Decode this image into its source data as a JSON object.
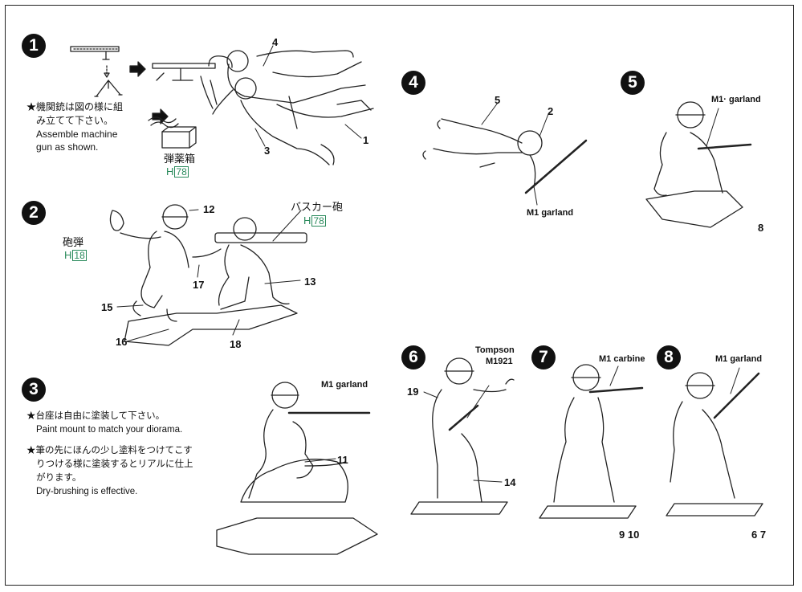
{
  "steps": [
    {
      "number": "1",
      "note_ja": "★機関銃は図の様に組み立てて下さい。",
      "note_ja_l1": "★機関銃は図の様に組",
      "note_ja_l2": "み立てて下さい。",
      "note_en_l1": "Assemble machine",
      "note_en_l2": "gun as shown.",
      "part_numbers": [
        "4",
        "3",
        "1"
      ],
      "ammo_box_label": "弾薬箱",
      "ammo_box_code_prefix": "H",
      "ammo_box_code_num": "78"
    },
    {
      "number": "2",
      "shell_label": "砲弾",
      "shell_code_prefix": "H",
      "shell_code_num": "18",
      "bazooka_label": "バスカー砲",
      "bazooka_code_prefix": "H",
      "bazooka_code_num": "78",
      "part_numbers": [
        "12",
        "17",
        "13",
        "15",
        "16",
        "18"
      ]
    },
    {
      "number": "3",
      "note1_ja": "★台座は自由に塗装して下さい。",
      "note1_en": "Paint mount to match your diorama.",
      "note2_ja_l1": "★筆の先にほんの少し塗料をつけてこす",
      "note2_ja_l2": "りつける様に塗装するとリアルに仕上",
      "note2_ja_l3": "がります。",
      "note2_en": "Dry-brushing is effective.",
      "weapon": "M1 garland",
      "part_numbers": [
        "11"
      ]
    },
    {
      "number": "4",
      "weapon": "M1 garland",
      "part_numbers": [
        "5",
        "2"
      ]
    },
    {
      "number": "5",
      "weapon": "M1· garland",
      "part_numbers": [
        "8"
      ]
    },
    {
      "number": "6",
      "weapon_l1": "Tompson",
      "weapon_l2": "M1921",
      "part_numbers": [
        "19",
        "14"
      ]
    },
    {
      "number": "7",
      "weapon": "M1 carbine",
      "part_numbers": [
        "9 10"
      ]
    },
    {
      "number": "8",
      "weapon": "M1 garland",
      "part_numbers": [
        "6 7"
      ]
    }
  ]
}
